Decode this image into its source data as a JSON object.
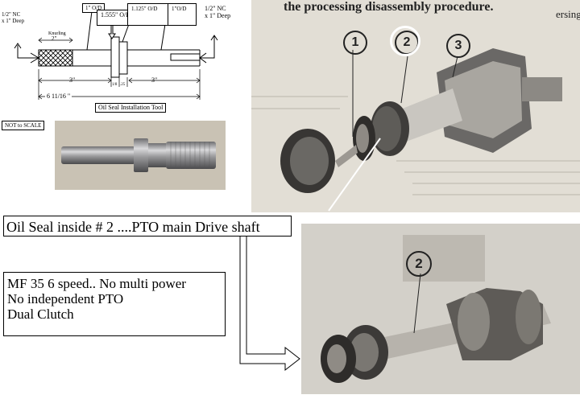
{
  "drawing": {
    "thread_left": [
      "1/2\"  NC",
      "x 1\" Deep"
    ],
    "thread_right": [
      "1/2\"  NC",
      "x 1\" Deep"
    ],
    "knurling": "Knurling",
    "knurl_len": "2\"",
    "od1_box": "1\" O/D",
    "od2_box": "1.555\"   O/D",
    "od3_box": "1.125\" O/D",
    "od4_box": "1\"O/D",
    "left_len": "3\"",
    "right_len": "3\"",
    "small_dim1": "1/8",
    "small_dim2": ".25",
    "total_len": "6  11/16 \"",
    "title": "Oil Seal Installation Tool",
    "not_to_scale": "NOT to SCALE"
  },
  "manual": {
    "top_text": "the processing disassembly procedure.",
    "right_text": "ersing",
    "callouts": [
      "1",
      "2",
      "3"
    ],
    "lower_callout": "2"
  },
  "captions": {
    "oil_seal": "Oil Seal inside # 2 ....PTO main Drive shaft",
    "notes": [
      "MF 35  6 speed..  No multi power",
      "No independent PTO",
      "Dual Clutch"
    ]
  },
  "colors": {
    "highlight_circle": "#ffffff",
    "photo_bg": "#d6d3cc",
    "page_bg": "#e4e0d8"
  }
}
